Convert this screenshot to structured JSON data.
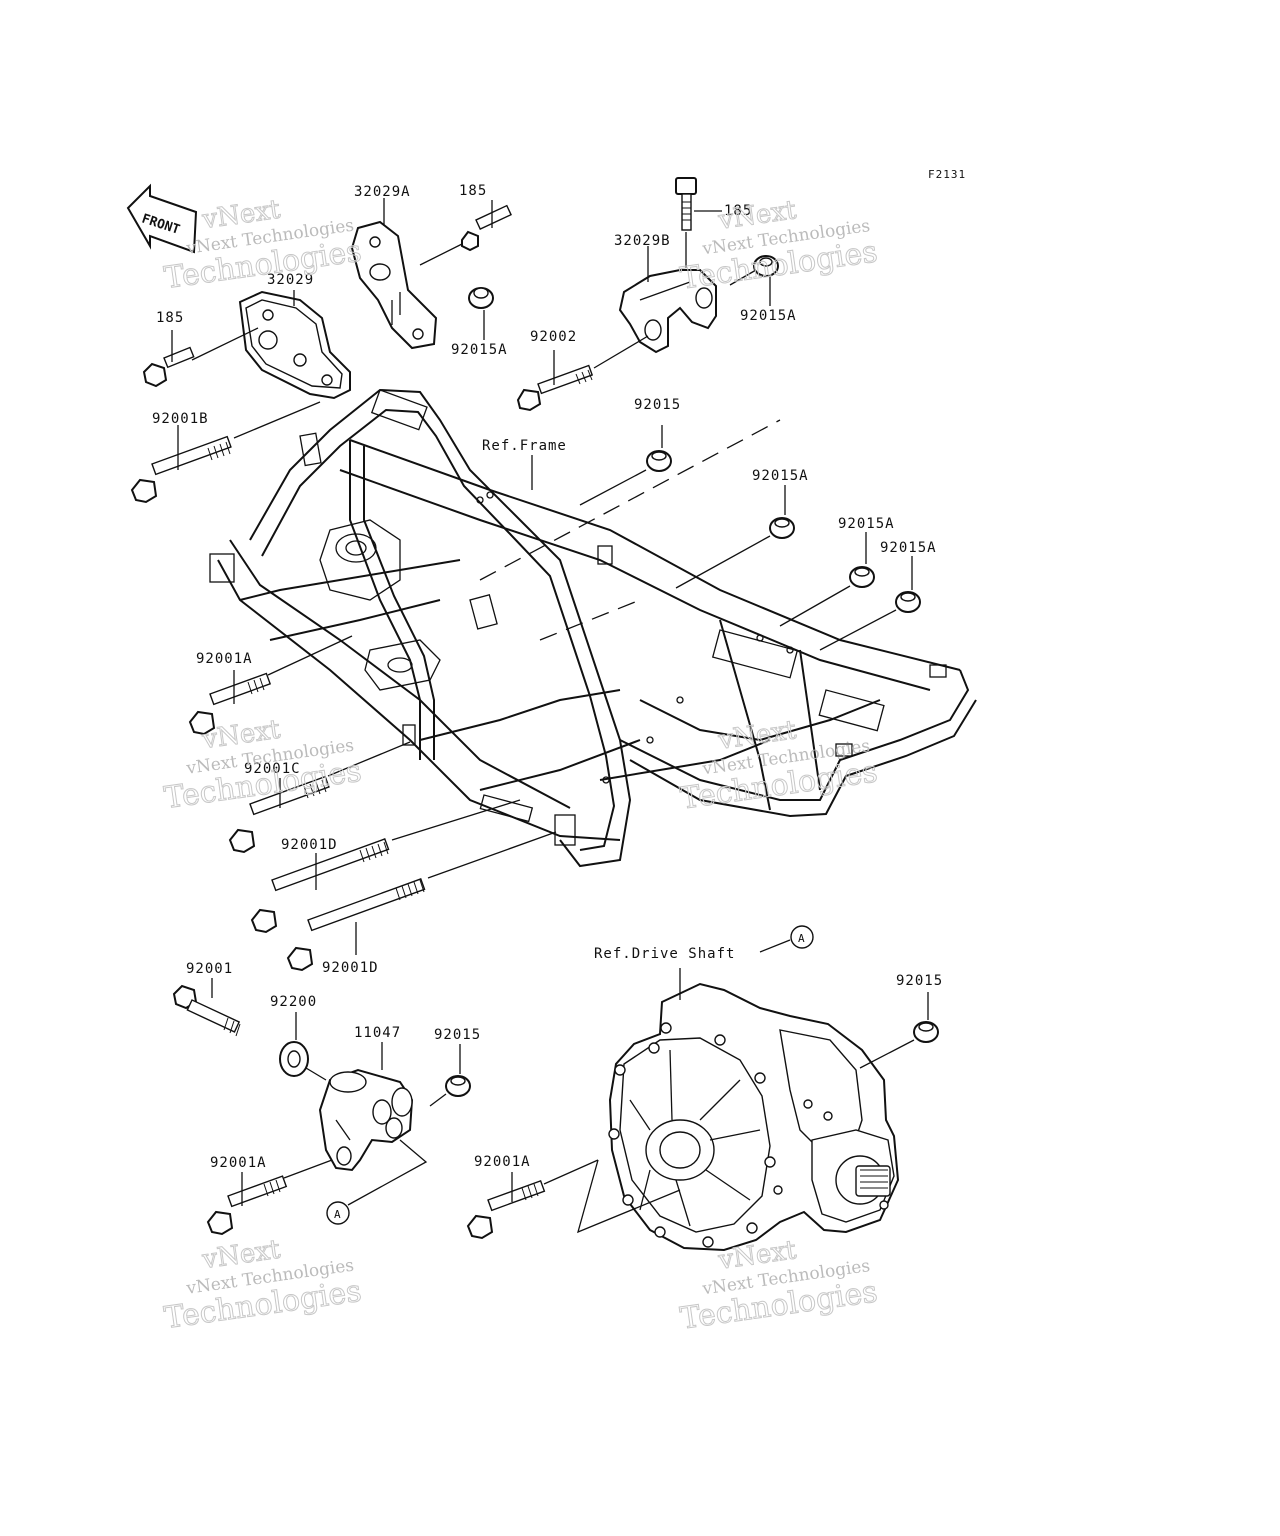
{
  "figure_code": "F2131",
  "front_badge": "FRONT",
  "ref_labels": {
    "frame": "Ref.Frame",
    "drive_shaft": "Ref.Drive Shaft"
  },
  "callout_letter": "A",
  "parts": {
    "p185_a": "185",
    "p185_b": "185",
    "p185_c": "185",
    "p32029": "32029",
    "p32029A": "32029A",
    "p32029B": "32029B",
    "p92015A_a": "92015A",
    "p92015A_b": "92015A",
    "p92015A_c": "92015A",
    "p92015A_d": "92015A",
    "p92015A_e": "92015A",
    "p92002": "92002",
    "p92015_a": "92015",
    "p92015_b": "92015",
    "p92015_c": "92015",
    "p92001B": "92001B",
    "p92001A_a": "92001A",
    "p92001A_b": "92001A",
    "p92001A_c": "92001A",
    "p92001C": "92001C",
    "p92001D_a": "92001D",
    "p92001D_b": "92001D",
    "p92001": "92001",
    "p92200": "92200",
    "p11047": "11047"
  },
  "watermark": {
    "line1": "vNext",
    "line2": "vNext Technologies",
    "line3": "Technologies"
  }
}
